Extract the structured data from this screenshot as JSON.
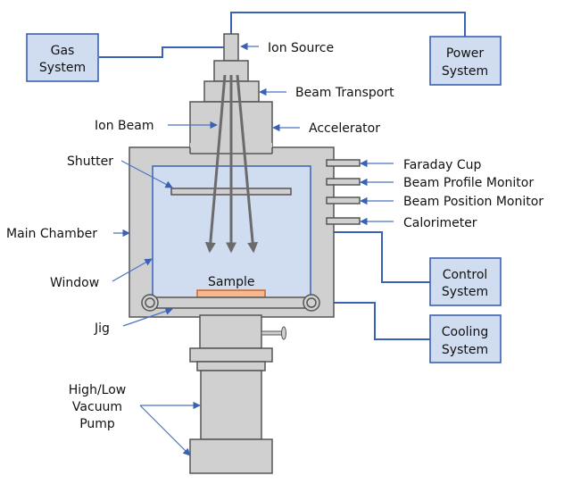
{
  "diagram": {
    "title": "Ion beam irradiation system",
    "colors": {
      "chamber_gray": "#d0d0d0",
      "outline": "#555555",
      "window_fill": "#d0dcef",
      "connector_blue": "#3a62b4",
      "sample_fill": "#f7b991",
      "sample_stroke": "#c8682c"
    },
    "systems": {
      "gas": [
        "Gas",
        "System"
      ],
      "power": [
        "Power",
        "System"
      ],
      "control": [
        "Control",
        "System"
      ],
      "cooling": [
        "Cooling",
        "System"
      ]
    },
    "labels": {
      "ion_source": "Ion Source",
      "beam_transport": "Beam Transport",
      "accelerator": "Accelerator",
      "ion_beam": "Ion Beam",
      "shutter": "Shutter",
      "faraday_cup": "Faraday Cup",
      "beam_profile_monitor": "Beam Profile Monitor",
      "beam_position_monitor": "Beam Position Monitor",
      "calorimeter": "Calorimeter",
      "main_chamber": "Main Chamber",
      "window": "Window",
      "sample": "Sample",
      "jig": "Jig",
      "pump": [
        "High/Low",
        "Vacuum",
        "Pump"
      ]
    }
  }
}
